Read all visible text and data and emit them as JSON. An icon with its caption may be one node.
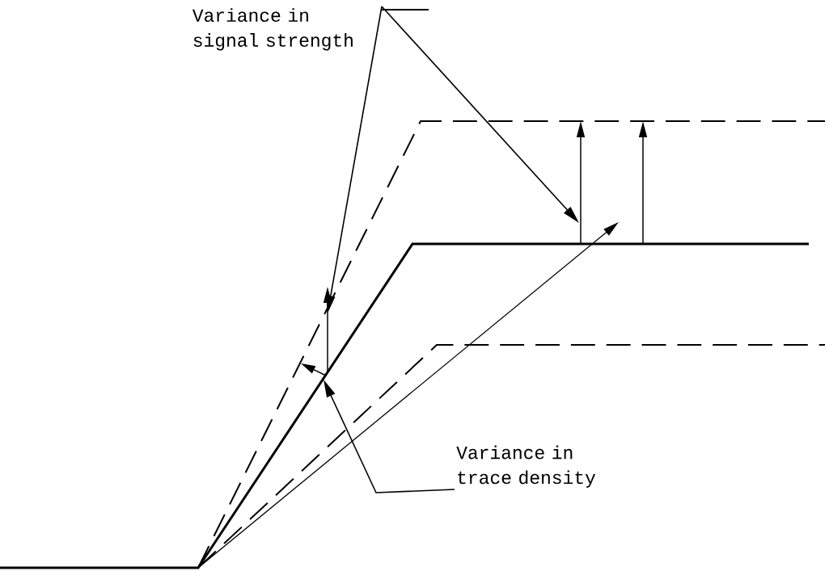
{
  "diagram": {
    "nodes": [
      {
        "text": [
          "Variance in signal strength"
        ]
      },
      {
        "text": [
          "Variance in trace density"
        ]
      }
    ],
    "edges": [
      {
        "from": 0,
        "to": null,
        "arrow": "to"
      },
      {
        "from": 0,
        "to": null,
        "arrow": "to"
      },
      {
        "from": 1,
        "to": null,
        "arrow": "to"
      }
    ]
  }
}
